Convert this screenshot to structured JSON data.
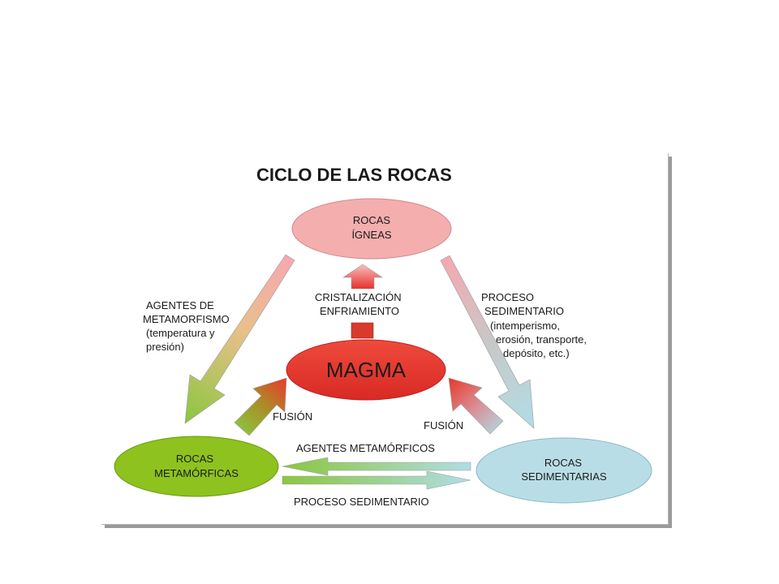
{
  "title": "CICLO DE LAS ROCAS",
  "nodes": {
    "igneas": {
      "line1": "ROCAS",
      "line2": "ÍGNEAS"
    },
    "magma": {
      "label": "MAGMA"
    },
    "metamorficas": {
      "line1": "ROCAS",
      "line2": "METAMÓRFICAS"
    },
    "sedimentarias": {
      "line1": "ROCAS",
      "line2": "SEDIMENTARIAS"
    }
  },
  "labels": {
    "cristalizacion": "CRISTALIZACIÓN",
    "enfriamiento": "ENFRIAMIENTO",
    "agentes_metamorfismo": [
      "AGENTES DE",
      "METAMORFISMO",
      "(temperatura y",
      "presión)"
    ],
    "proceso_sedimentario_right": [
      "PROCESO",
      "SEDIMENTARIO",
      "(intemperismo,",
      "erosión, transporte,",
      "depósito, etc.)"
    ],
    "fusion_left": "FUSIÓN",
    "fusion_right": "FUSIÓN",
    "agentes_metamorficos": "AGENTES METAMÓRFICOS",
    "proceso_sedimentario_bottom": "PROCESO SEDIMENTARIO"
  },
  "colors": {
    "igneas": "#f4aeae",
    "magma": "#e8302c",
    "metamorficas": "#8dc21f",
    "sedimentarias": "#b9dde6"
  }
}
